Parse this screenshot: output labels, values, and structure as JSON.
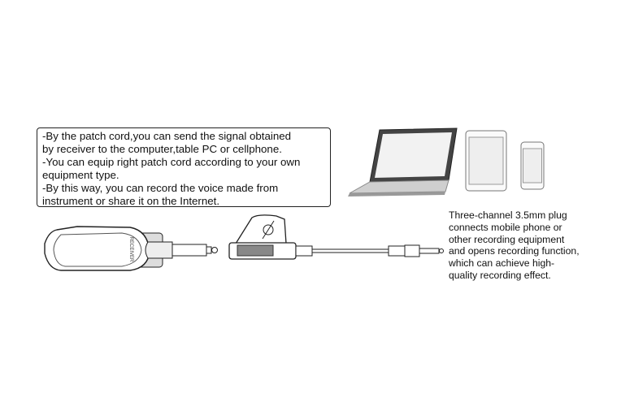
{
  "info_box": {
    "lines": [
      "-By the patch cord,you can send the signal obtained",
      "by receiver to the computer,table PC or cellphone.",
      "-You can equip right patch cord according to your own",
      "equipment type.",
      "-By this way, you can record the voice made from",
      "instrument or share it on the Internet."
    ]
  },
  "caption": {
    "lines": [
      "Three-channel 3.5mm plug",
      "connects mobile phone or",
      "other recording equipment",
      "and opens recording function,",
      "which can achieve high-",
      "quality recording effect."
    ]
  },
  "receiver_label": "RECEIVER"
}
